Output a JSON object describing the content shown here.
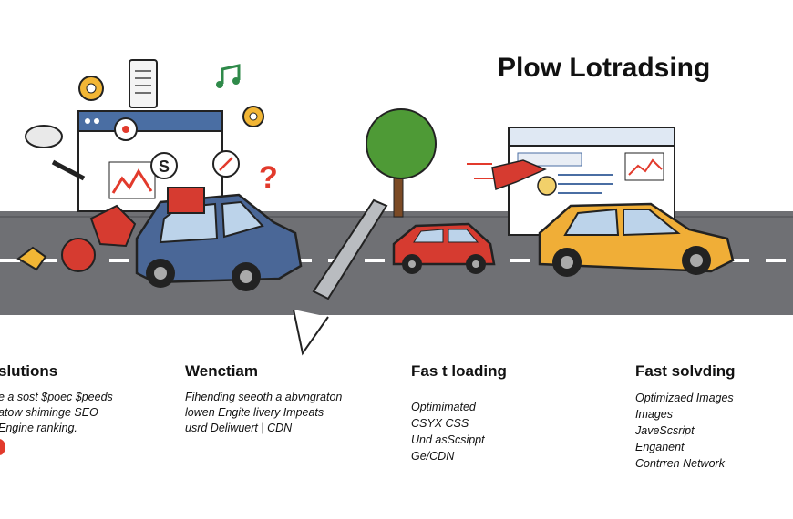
{
  "title": "Plow Lotradsing",
  "columns": [
    {
      "heading": "slutions",
      "lines": [
        "e a sost $poec $peeds",
        "atow shiminge SEO",
        "Engine ranking."
      ]
    },
    {
      "heading": "Wenctiam",
      "lines": [
        "Fihending seeoth a abvngraton",
        "lowen Engite livery Impeats",
        "usrd Deliwuert | CDN"
      ]
    },
    {
      "heading": "Fas t loading",
      "lines": [
        "Optimimated",
        "CSYX CSS",
        "Und asScsippt",
        "Ge/CDN"
      ]
    },
    {
      "heading": "Fast  solvding",
      "lines": [
        "Optimizaed Images",
        "Images",
        "JaveScsript",
        "Enganent",
        "Contrren Network"
      ]
    }
  ],
  "icons": [
    "gear-icon",
    "phone-icon",
    "music-note-icon",
    "dollar-icon",
    "arrow-icon",
    "question-mark-icon",
    "tree-icon",
    "wind-icon"
  ],
  "colors": {
    "road": "#6f7074",
    "blue_car": "#4a6797",
    "red_car": "#d63b30",
    "yellow_car": "#f0ae37",
    "browser_bar": "#4a6ea3",
    "accent_red": "#e23a2c"
  }
}
